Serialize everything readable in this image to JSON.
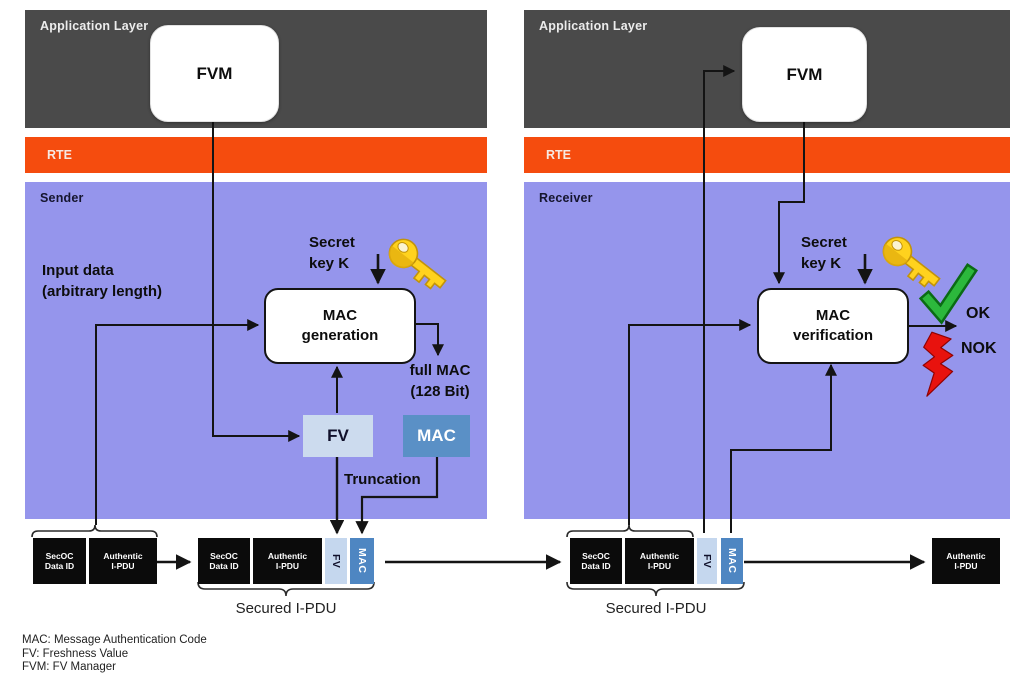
{
  "left": {
    "app_label": "Application Layer",
    "fvm": "FVM",
    "rte": "RTE",
    "zone": "Sender",
    "input_data_l1": "Input data",
    "input_data_l2": "(arbitrary length)",
    "secret_l1": "Secret",
    "secret_l2": "key K",
    "proc_l1": "MAC",
    "proc_l2": "generation",
    "full_mac_l1": "full MAC",
    "full_mac_l2": "(128 Bit)",
    "fv_box": "FV",
    "mac_box": "MAC",
    "truncation": "Truncation",
    "secured_label": "Secured I-PDU"
  },
  "right": {
    "app_label": "Application Layer",
    "fvm": "FVM",
    "rte": "RTE",
    "zone": "Receiver",
    "secret_l1": "Secret",
    "secret_l2": "key K",
    "proc_l1": "MAC",
    "proc_l2": "verification",
    "ok": "OK",
    "nok": "NOK",
    "secured_label": "Secured I-PDU"
  },
  "pdu": {
    "secoc_l1": "SecOC",
    "secoc_l2": "Data ID",
    "auth_l1": "Authentic",
    "auth_l2": "I-PDU",
    "fv": "FV",
    "mac": "MAC"
  },
  "legend": {
    "line1": "MAC: Message Authentication Code",
    "line2": "FV: Freshness Value",
    "line3": "FVM: FV Manager"
  },
  "icons": {
    "key": "key-icon",
    "check": "check-icon",
    "bolt": "lightning-icon"
  },
  "colors": {
    "app_layer": "#4A4A4A",
    "rte": "#F54C0E",
    "zone": "#9595EC",
    "fv_fill": "#C9D9ED",
    "mac_fill": "#5A90C6",
    "pdu_fill": "#0B0B0B",
    "key_gold": "#FFD21E",
    "ok_green": "#2CB83C",
    "nok_red": "#E8120E"
  }
}
